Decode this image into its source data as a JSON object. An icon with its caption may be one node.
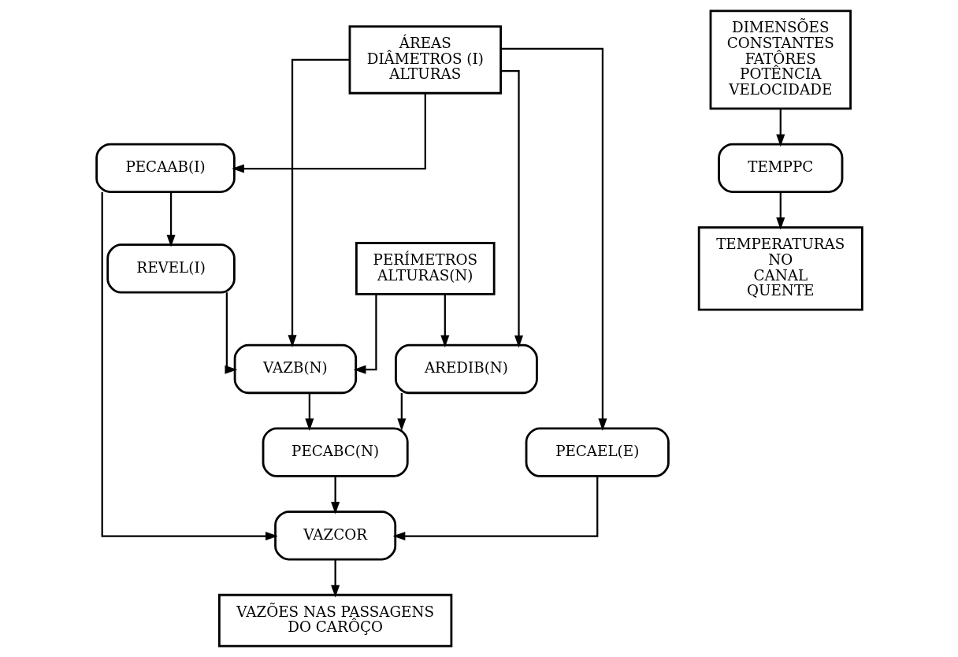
{
  "diagram": {
    "nodes": [
      {
        "text": [
          "ÁREAS DIÂMETROS (I) ALTURAS"
        ]
      },
      {
        "text": [
          "DIMENSÕES CONSTANTES FATÔRES POTÊNCIA VELOCIDADE"
        ]
      },
      {
        "text": [
          "PECAAB(I)"
        ]
      },
      {
        "text": [
          "PERÍMETROS ALTURAS(N)"
        ]
      },
      {
        "text": [
          "REVEL(I)"
        ]
      },
      {
        "text": [
          "VAZB(N)"
        ]
      },
      {
        "text": [
          "AREDIB(N)"
        ]
      },
      {
        "text": [
          "PECAEL(E)"
        ]
      },
      {
        "text": [
          "PECABC(N)"
        ]
      },
      {
        "text": [
          "VAZCOR"
        ]
      },
      {
        "text": [
          "TEMPPC"
        ]
      },
      {
        "text": [
          "VAZÕES NAS PASSAGENS DO CARÔÇO"
        ]
      },
      {
        "text": [
          "TEMPERATURAS NO CANAL QUENTE"
        ]
      }
    ],
    "edges": [
      {
        "from": 0,
        "to": 7,
        "arrow": "to"
      },
      {
        "from": 0,
        "to": 2,
        "arrow": "to"
      },
      {
        "from": 0,
        "to": 5,
        "arrow": "to"
      },
      {
        "from": 0,
        "to": 6,
        "arrow": "to"
      },
      {
        "from": 2,
        "to": 4,
        "arrow": "to"
      },
      {
        "from": 2,
        "to": 9,
        "arrow": "to"
      },
      {
        "from": 4,
        "to": 5,
        "arrow": "to"
      },
      {
        "from": 3,
        "to": 5,
        "arrow": "to"
      },
      {
        "from": 3,
        "to": 6,
        "arrow": "to"
      },
      {
        "from": 5,
        "to": 8,
        "arrow": "to"
      },
      {
        "from": 6,
        "to": 8,
        "arrow": "to"
      },
      {
        "from": 7,
        "to": 9,
        "arrow": "to"
      },
      {
        "from": 8,
        "to": 9,
        "arrow": "to"
      },
      {
        "from": 9,
        "to": 11,
        "arrow": "to"
      },
      {
        "from": 1,
        "to": 10,
        "arrow": "to"
      },
      {
        "from": 10,
        "to": 12,
        "arrow": "to"
      }
    ]
  }
}
